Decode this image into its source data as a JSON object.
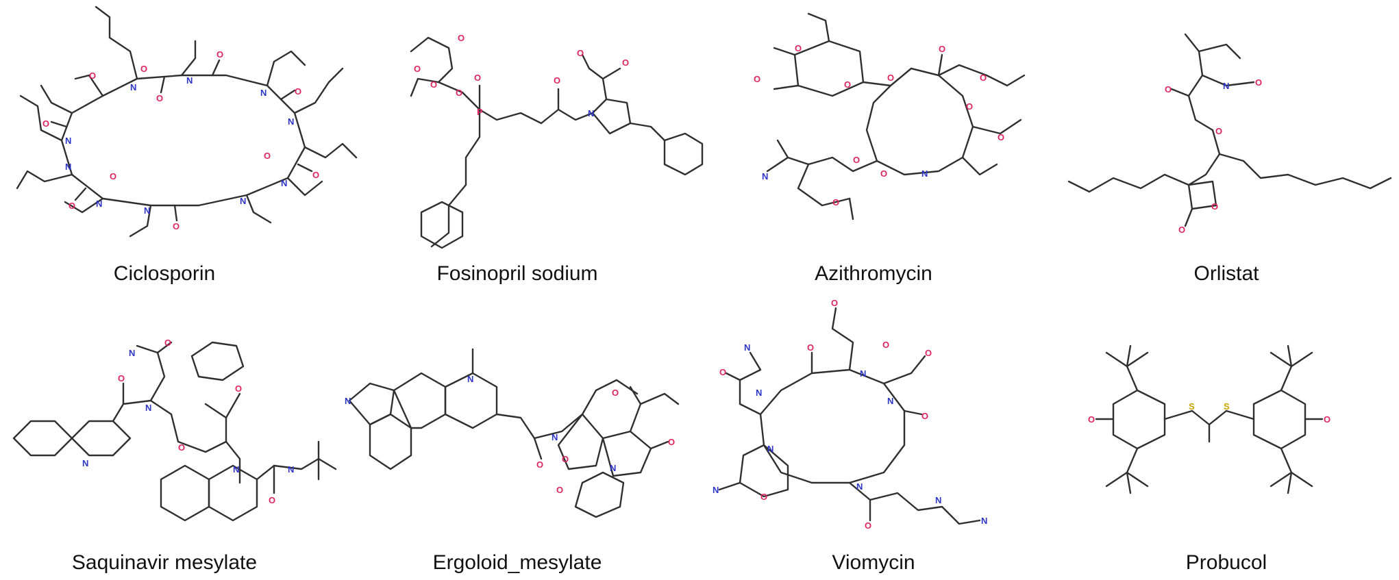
{
  "figure": {
    "colors": {
      "bond": "#2f2f2f",
      "oxygen": "#e0245e",
      "nitrogen": "#2b35c8",
      "sulfur": "#c9a300",
      "phosphorus": "#e0245e"
    },
    "compounds": [
      {
        "name": "Ciclosporin"
      },
      {
        "name": "Fosinopril sodium"
      },
      {
        "name": "Azithromycin"
      },
      {
        "name": "Orlistat"
      },
      {
        "name": "Saquinavir mesylate"
      },
      {
        "name": "Ergoloid_mesylate"
      },
      {
        "name": "Viomycin"
      },
      {
        "name": "Probucol"
      }
    ]
  }
}
